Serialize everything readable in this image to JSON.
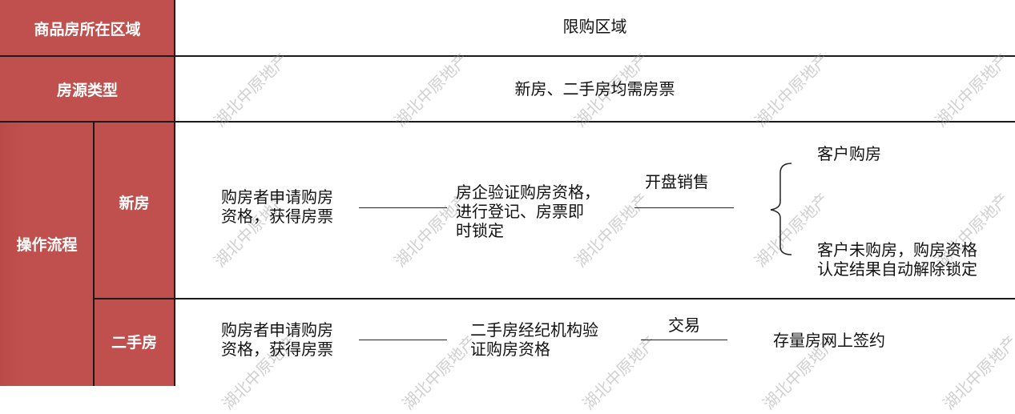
{
  "headers": {
    "region_label": "商品房所在区域",
    "housing_type_label": "房源类型",
    "process_label": "操作流程",
    "new_house_label": "新房",
    "second_hand_label": "二手房"
  },
  "values": {
    "region": "限购区域",
    "housing_type": "新房、二手房均需房票"
  },
  "new_house_flow": {
    "step1": [
      "购房者申请购房",
      "资格，获得房票"
    ],
    "step2": [
      "房企验证购房资格，",
      "进行登记、房票即",
      "时锁定"
    ],
    "connector_label": "开盘销售",
    "outcome_a": "客户购房",
    "outcome_b": [
      "客户未购房，购房资格",
      "认定结果自动解除锁定"
    ]
  },
  "second_hand_flow": {
    "step1": [
      "购房者申请购房",
      "资格，获得房票"
    ],
    "step2": [
      "二手房经纪机构验",
      "证购房资格"
    ],
    "connector_label": "交易",
    "step3": "存量房网上签约"
  },
  "watermark": "湖北中原地产",
  "colors": {
    "header_red": "#c0504d",
    "border": "#1a1a1a"
  }
}
